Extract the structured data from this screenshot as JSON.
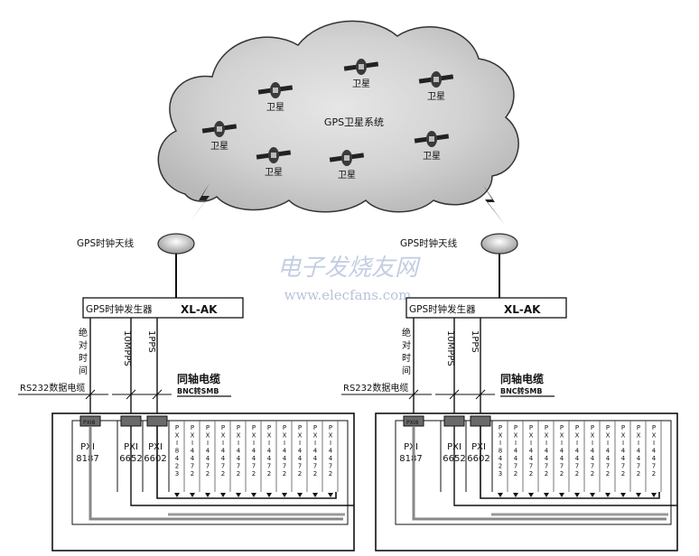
{
  "cloud": {
    "system_label": "GPS卫星系统",
    "satellite_label": "卫星",
    "satellite_count": 7
  },
  "watermark": {
    "title": "电子发烧友网",
    "url": "www.elecfans.com"
  },
  "stations": [
    {
      "antenna_label": "GPS时钟天线",
      "generator_label": "GPS时钟发生器",
      "generator_model": "XL-AK",
      "signals": [
        "绝对时间",
        "10MPPS",
        "1PPS"
      ],
      "rs232_label": "RS232数据电缆",
      "coax_label": "同轴电缆",
      "coax_connector": "BNC转SMB",
      "port_label": "PXI8",
      "modules": [
        {
          "line1": "PXI",
          "line2": "8187"
        },
        {
          "line1": "PXI",
          "line2": "6652"
        },
        {
          "line1": "PXI",
          "line2": "6602"
        }
      ],
      "vertical_module_text": [
        "PXI8423",
        "PXI4472",
        "PXI4472",
        "PXI4472",
        "PXI4472",
        "PXI4472",
        "PXI4472",
        "PXI4472",
        "PXI4472",
        "PXI4472",
        "PXI4472"
      ]
    },
    {
      "antenna_label": "GPS时钟天线",
      "generator_label": "GPS时钟发生器",
      "generator_model": "XL-AK",
      "signals": [
        "绝对时间",
        "10MPPS",
        "1PPS"
      ],
      "rs232_label": "RS232数据电缆",
      "coax_label": "同轴电缆",
      "coax_connector": "BNC转SMB",
      "port_label": "PXI8",
      "modules": [
        {
          "line1": "PXI",
          "line2": "8187"
        },
        {
          "line1": "PXI",
          "line2": "6652"
        },
        {
          "line1": "PXI",
          "line2": "6602"
        }
      ],
      "vertical_module_text": [
        "PXI8423",
        "PXI4472",
        "PXI4472",
        "PXI4472",
        "PXI4472",
        "PXI4472",
        "PXI4472",
        "PXI4472",
        "PXI4472",
        "PXI4472",
        "PXI4472"
      ]
    }
  ],
  "colors": {
    "cloud_fill": "#d4d4d4",
    "cloud_stroke": "#333333",
    "line": "#111111",
    "chassis": "#222222",
    "cable_gray": "#888888",
    "watermark": "#aab8d8"
  }
}
